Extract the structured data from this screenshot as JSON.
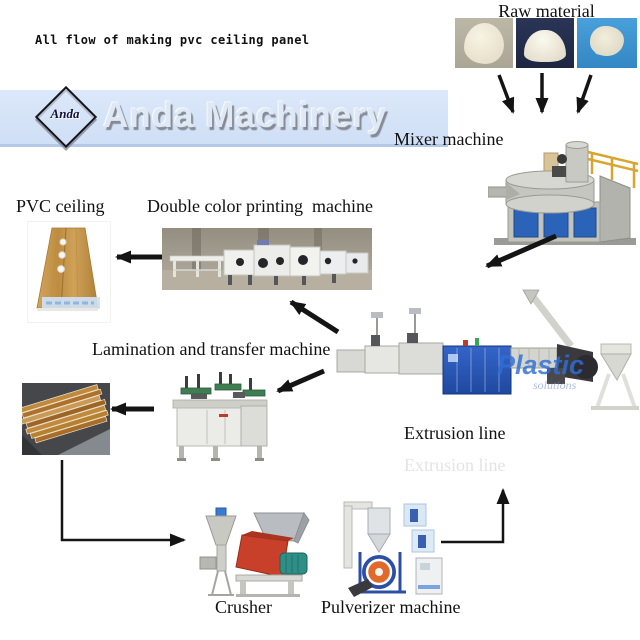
{
  "page": {
    "title": "All flow of making pvc ceiling panel"
  },
  "banner": {
    "logo_text": "Anda",
    "brand": "Anda Machinery"
  },
  "labels": {
    "raw_material": "Raw material",
    "mixer": "Mixer machine",
    "pvc_ceiling": "PVC ceiling",
    "printing": "Double color printing  machine",
    "lamination": "Lamination and transfer machine",
    "extrusion": "Extrusion line",
    "extrusion_ghost": "Extrusion line",
    "crusher": "Crusher",
    "pulverizer": "Pulverizer machine"
  },
  "extrusion_watermark": {
    "word1": "Plastic",
    "word2": "solutions"
  },
  "flow_arrows": [
    {
      "from": "raw material 1",
      "to": "mixer machine"
    },
    {
      "from": "raw material 2",
      "to": "mixer machine"
    },
    {
      "from": "raw material 3",
      "to": "mixer machine"
    },
    {
      "from": "mixer machine",
      "to": "extrusion line"
    },
    {
      "from": "extrusion line",
      "to": "double color printing machine"
    },
    {
      "from": "double color printing machine",
      "to": "pvc ceiling"
    },
    {
      "from": "extrusion line",
      "to": "lamination and transfer machine"
    },
    {
      "from": "lamination and transfer machine",
      "to": "finished panels"
    },
    {
      "from": "finished panels",
      "to": "crusher"
    },
    {
      "from": "pulverizer machine",
      "to": "extrusion line"
    }
  ],
  "colors": {
    "banner_bg": "#d8e5f8",
    "banner_text": "#dfe8f5",
    "arrow": "#141414",
    "label_text": "#111111",
    "ghost_text": "#e4e4e4",
    "machine_blue": "#2e5fc0",
    "panel_blue": "#2a63b8",
    "crusher_red": "#c8402a",
    "motor_teal": "#2e8f86",
    "railing_yellow": "#d8a62e",
    "wood": "#c08f42",
    "watermark_blue": "#2f6fd6"
  }
}
